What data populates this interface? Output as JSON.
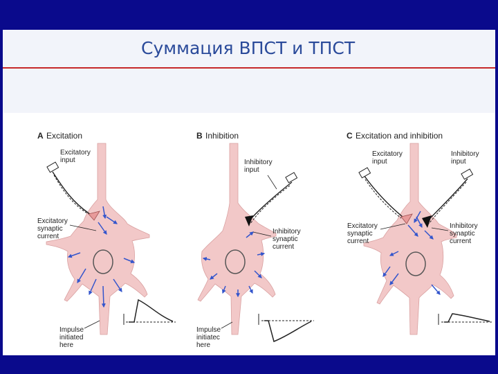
{
  "slide": {
    "title": "Суммация ВПСТ и ТПСТ"
  },
  "colors": {
    "frame": "#0a0a8c",
    "title_text": "#2a4a9a",
    "title_rule": "#c62828",
    "neuron_fill": "#f2c8c8",
    "arrow": "#3355cc"
  },
  "panels": {
    "a": {
      "letter": "A",
      "heading": "Excitation",
      "input_label": [
        "Excitatory",
        "input"
      ],
      "current_label": [
        "Excitatory",
        "synaptic",
        "current"
      ],
      "impulse_label": [
        "Impulse",
        "initiated",
        "here"
      ]
    },
    "b": {
      "letter": "B",
      "heading": "Inhibition",
      "input_label": [
        "Inhibitory",
        "input"
      ],
      "current_label": [
        "Inhibitory",
        "synaptic",
        "current"
      ],
      "impulse_label": [
        "Impulse",
        "initiatec",
        "here"
      ]
    },
    "c": {
      "letter": "C",
      "heading": "Excitation and inhibition",
      "exc_input_label": [
        "Excitatory",
        "input"
      ],
      "inh_input_label": [
        "Inhibitory",
        "input"
      ],
      "exc_current_label": [
        "Excitatory",
        "synaptic",
        "current"
      ],
      "inh_current_label": [
        "Inhibitory",
        "synaptic",
        "current"
      ]
    }
  },
  "icons": {
    "electrode": "electrode-icon",
    "excitatory_terminal": "excitatory-synapse-icon",
    "inhibitory_terminal": "inhibitory-synapse-icon",
    "current_arrow": "current-arrow-icon"
  }
}
